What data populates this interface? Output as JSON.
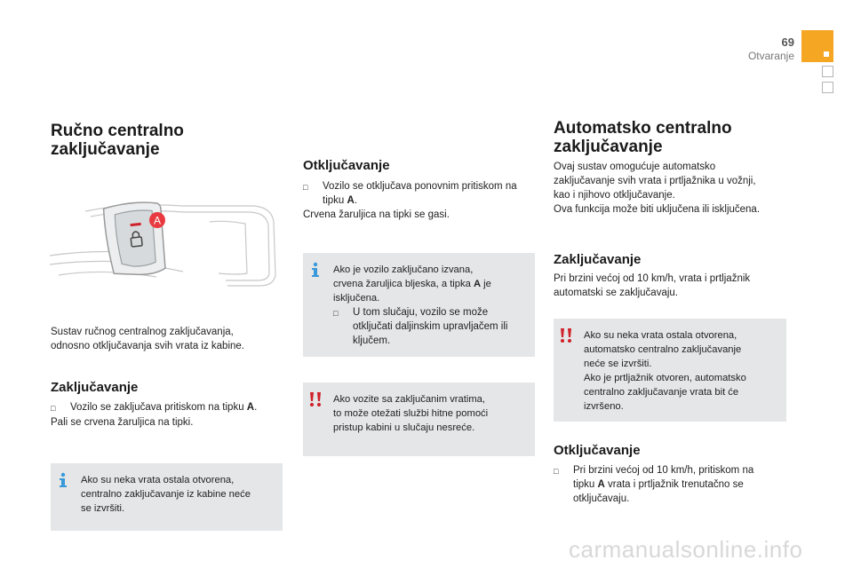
{
  "header": {
    "page_number": "69",
    "section": "Otvaranje"
  },
  "col1": {
    "title_line1": "Ručno centralno",
    "title_line2": "zaključavanje",
    "intro_line1": "Sustav ručnog centralnog zaključavanja,",
    "intro_line2": "odnosno otključavanja svih vrata iz kabine.",
    "lock_heading": "Zaključavanje",
    "lock_bullet_prefix": "Vozilo se zaključava pritiskom na tipku ",
    "lock_bullet_key": "A",
    "lock_bullet_suffix": ".",
    "lock_text": "Pali se crvena žaruljica na tipki.",
    "info_box_line1": "Ako su neka vrata ostala otvorena,",
    "info_box_line2": "centralno zaključavanje iz kabine neće",
    "info_box_line3": "se izvršiti.",
    "illustration_label": "A"
  },
  "col2": {
    "unlock_heading": "Otključavanje",
    "unlock_bullet_line1": "Vozilo se otključava ponovnim pritiskom na",
    "unlock_bullet_line2_prefix": "tipku ",
    "unlock_bullet_key": "A",
    "unlock_bullet_suffix": ".",
    "unlock_text": "Crvena žaruljica na tipki se gasi.",
    "info_box_line1": "Ako je vozilo zaključano izvana,",
    "info_box_line2_prefix": "crvena žaruljica bljeska, a tipka ",
    "info_box_key": "A",
    "info_box_line2_suffix": " je",
    "info_box_line3": "isključena.",
    "info_box_bullet_line1": "U tom slučaju, vozilo se može",
    "info_box_bullet_line2": "otključati daljinskim upravljačem ili",
    "info_box_bullet_line3": "ključem.",
    "warn_box_line1": "Ako vozite sa zaključanim vratima,",
    "warn_box_line2": "to može otežati službi hitne pomoći",
    "warn_box_line3": "pristup kabini u slučaju nesreće."
  },
  "col3": {
    "title_line1": "Automatsko centralno",
    "title_line2": "zaključavanje",
    "intro_line1": "Ovaj sustav omogućuje automatsko",
    "intro_line2": "zaključavanje svih vrata i prtljažnika u vožnji,",
    "intro_line3": "kao i njihovo otključavanje.",
    "intro_line4": "Ova funkcija može biti uključena ili isključena.",
    "lock_heading": "Zaključavanje",
    "lock_text_line1": "Pri brzini većoj od 10 km/h, vrata i prtljažnik",
    "lock_text_line2": "automatski se zaključavaju.",
    "warn_box_line1": "Ako su neka vrata ostala otvorena,",
    "warn_box_line2": "automatsko centralno zaključavanje",
    "warn_box_line3": "neće se izvršiti.",
    "warn_box_line4": "Ako je prtljažnik otvoren, automatsko",
    "warn_box_line5": "centralno zaključavanje vrata bit će",
    "warn_box_line6": "izvršeno.",
    "unlock_heading": "Otključavanje",
    "unlock_bullet_line1": "Pri brzini većoj od 10 km/h, pritiskom na",
    "unlock_bullet_line2_prefix": "tipku ",
    "unlock_bullet_key": "A",
    "unlock_bullet_line2_suffix": " vrata i prtljažnik trenutačno se",
    "unlock_bullet_line3": "otključavaju."
  },
  "footer": {
    "watermark": "carmanualsonline.info"
  },
  "colors": {
    "accent_orange": "#f5a623",
    "info_blue": "#3a9ad9",
    "warning_red": "#d0202a",
    "box_grey": "#e4e6e7"
  },
  "icons": {
    "bullet": "square-bullet-icon",
    "info": "info-icon",
    "warning": "warning-icon"
  }
}
